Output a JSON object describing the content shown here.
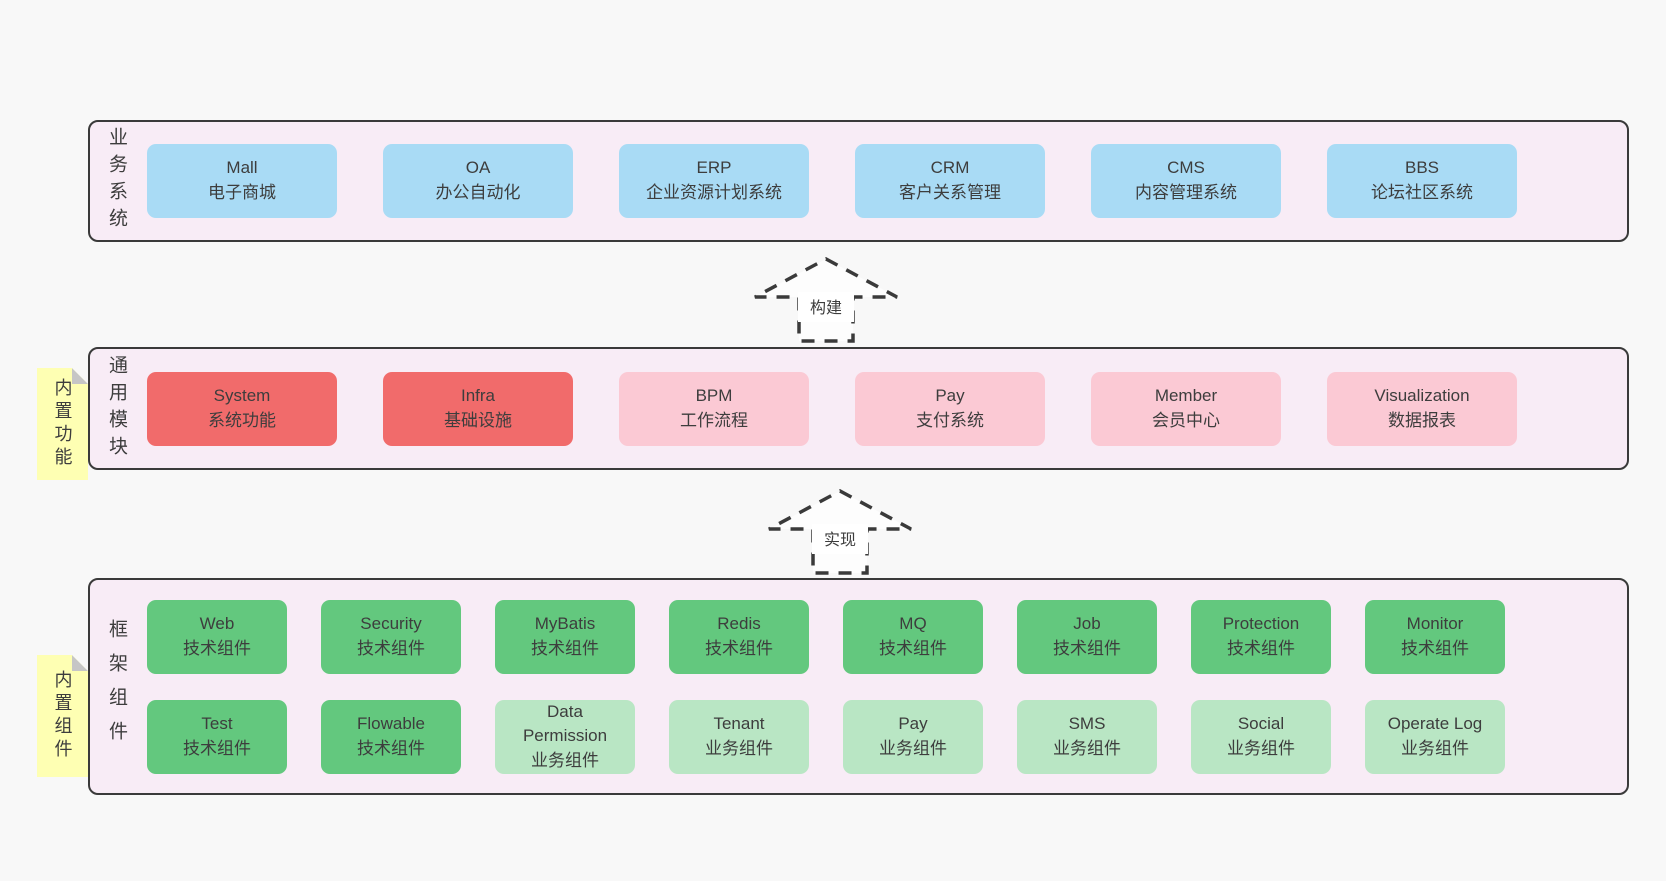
{
  "colors": {
    "page_bg": "#F8F8F8",
    "layer_fill": "#F8ECF6",
    "layer_border": "#3A3A3A",
    "note_fill": "#FEFFB3",
    "note_fold": "#C6C6C6",
    "text": "#3D3D3D",
    "blue": "#A9DBF5",
    "red": "#F16B6B",
    "pink": "#FBC9D4",
    "green": "#63C87E",
    "lightgreen": "#B9E6C4"
  },
  "arrows": [
    {
      "label": "构建"
    },
    {
      "label": "实现"
    }
  ],
  "layers": [
    {
      "label": "业务系统",
      "note": "",
      "rows": [
        [
          {
            "title": "Mall",
            "subtitle": "电子商城",
            "variant": "blue"
          },
          {
            "title": "OA",
            "subtitle": "办公自动化",
            "variant": "blue"
          },
          {
            "title": "ERP",
            "subtitle": "企业资源计划系统",
            "variant": "blue"
          },
          {
            "title": "CRM",
            "subtitle": "客户关系管理",
            "variant": "blue"
          },
          {
            "title": "CMS",
            "subtitle": "内容管理系统",
            "variant": "blue"
          },
          {
            "title": "BBS",
            "subtitle": "论坛社区系统",
            "variant": "blue"
          }
        ]
      ]
    },
    {
      "label": "通用模块",
      "note": "内置功能",
      "rows": [
        [
          {
            "title": "System",
            "subtitle": "系统功能",
            "variant": "red"
          },
          {
            "title": "Infra",
            "subtitle": "基础设施",
            "variant": "red"
          },
          {
            "title": "BPM",
            "subtitle": "工作流程",
            "variant": "pink"
          },
          {
            "title": "Pay",
            "subtitle": "支付系统",
            "variant": "pink"
          },
          {
            "title": "Member",
            "subtitle": "会员中心",
            "variant": "pink"
          },
          {
            "title": "Visualization",
            "subtitle": "数据报表",
            "variant": "pink"
          }
        ]
      ]
    },
    {
      "label": "框架组件",
      "note": "内置组件",
      "rows": [
        [
          {
            "title": "Web",
            "subtitle": "技术组件",
            "variant": "green"
          },
          {
            "title": "Security",
            "subtitle": "技术组件",
            "variant": "green"
          },
          {
            "title": "MyBatis",
            "subtitle": "技术组件",
            "variant": "green"
          },
          {
            "title": "Redis",
            "subtitle": "技术组件",
            "variant": "green"
          },
          {
            "title": "MQ",
            "subtitle": "技术组件",
            "variant": "green"
          },
          {
            "title": "Job",
            "subtitle": "技术组件",
            "variant": "green"
          },
          {
            "title": "Protection",
            "subtitle": "技术组件",
            "variant": "green"
          },
          {
            "title": "Monitor",
            "subtitle": "技术组件",
            "variant": "green"
          }
        ],
        [
          {
            "title": "Test",
            "subtitle": "技术组件",
            "variant": "green"
          },
          {
            "title": "Flowable",
            "subtitle": "技术组件",
            "variant": "green"
          },
          {
            "title": "Data Permission",
            "subtitle": "业务组件",
            "variant": "lightgreen"
          },
          {
            "title": "Tenant",
            "subtitle": "业务组件",
            "variant": "lightgreen"
          },
          {
            "title": "Pay",
            "subtitle": "业务组件",
            "variant": "lightgreen"
          },
          {
            "title": "SMS",
            "subtitle": "业务组件",
            "variant": "lightgreen"
          },
          {
            "title": "Social",
            "subtitle": "业务组件",
            "variant": "lightgreen"
          },
          {
            "title": "Operate Log",
            "subtitle": "业务组件",
            "variant": "lightgreen"
          }
        ]
      ]
    }
  ]
}
